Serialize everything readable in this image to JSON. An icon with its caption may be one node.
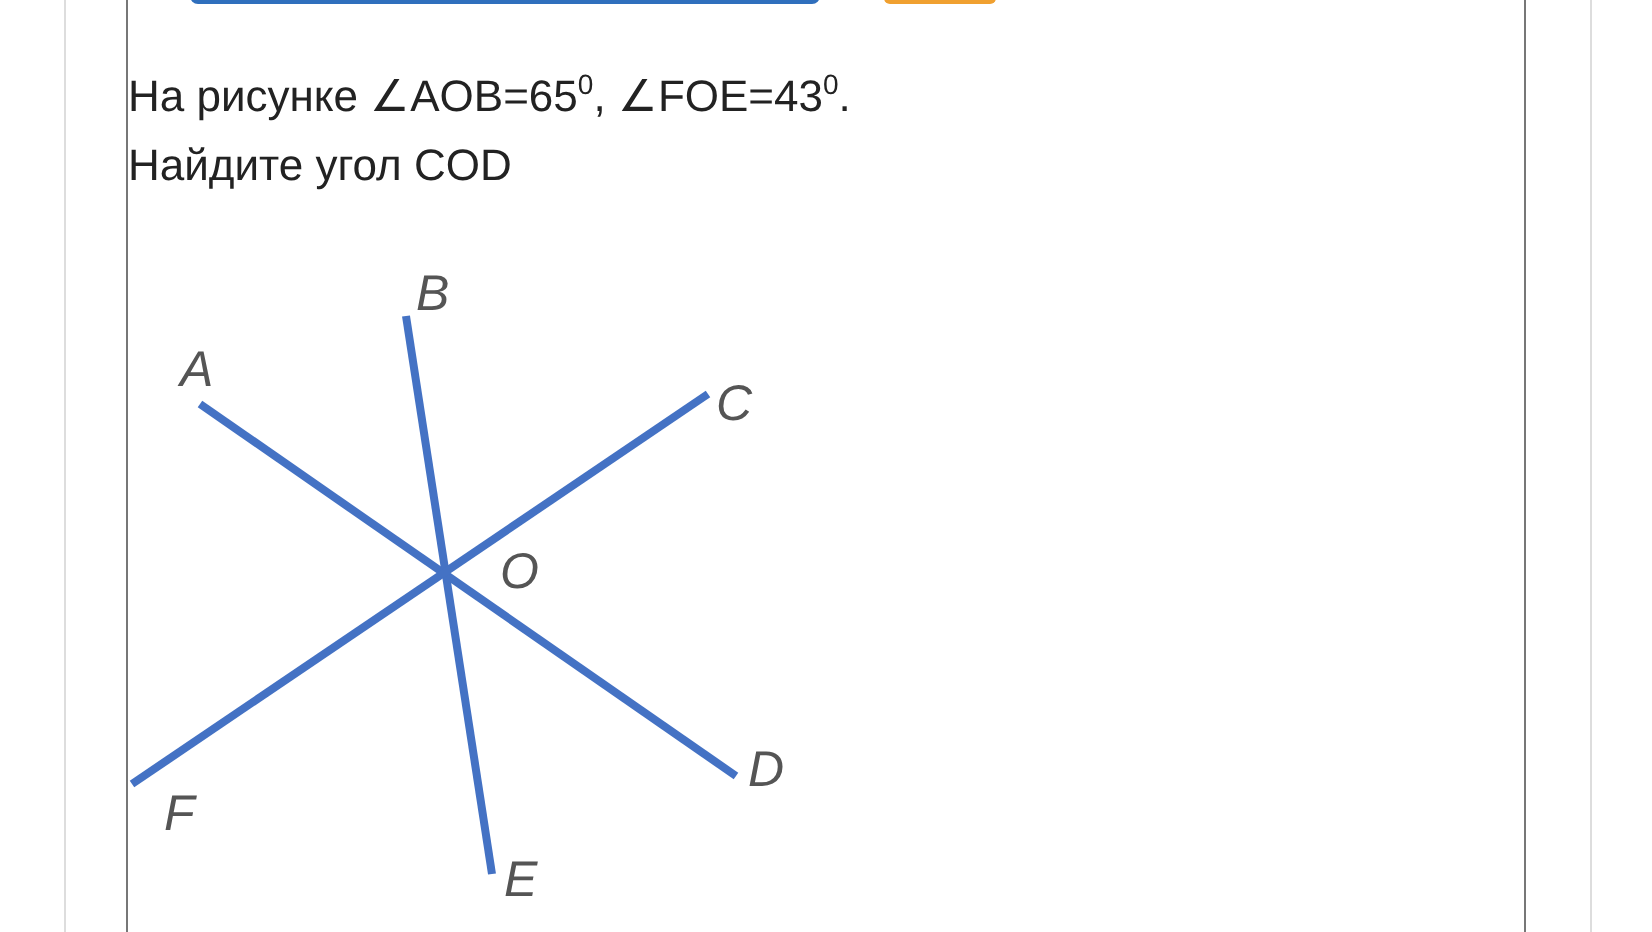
{
  "diagram": {
    "nodes": [
      {
        "text": [
          "A"
        ]
      },
      {
        "text": [
          "B"
        ]
      },
      {
        "text": [
          "C"
        ]
      },
      {
        "text": [
          "D"
        ]
      },
      {
        "text": [
          "E"
        ]
      },
      {
        "text": [
          "F"
        ]
      }
    ],
    "edges": [
      {
        "from": 0,
        "to": 3,
        "arrow": "none"
      },
      {
        "from": 1,
        "to": 4,
        "arrow": "none"
      },
      {
        "from": 2,
        "to": 5,
        "arrow": "none"
      }
    ],
    "labels": [
      "На рисунке ∠AOB=65$^{0}$, ∠FOE=43$^{0}$.",
      "Найдите угол COD",
      "O"
    ]
  }
}
